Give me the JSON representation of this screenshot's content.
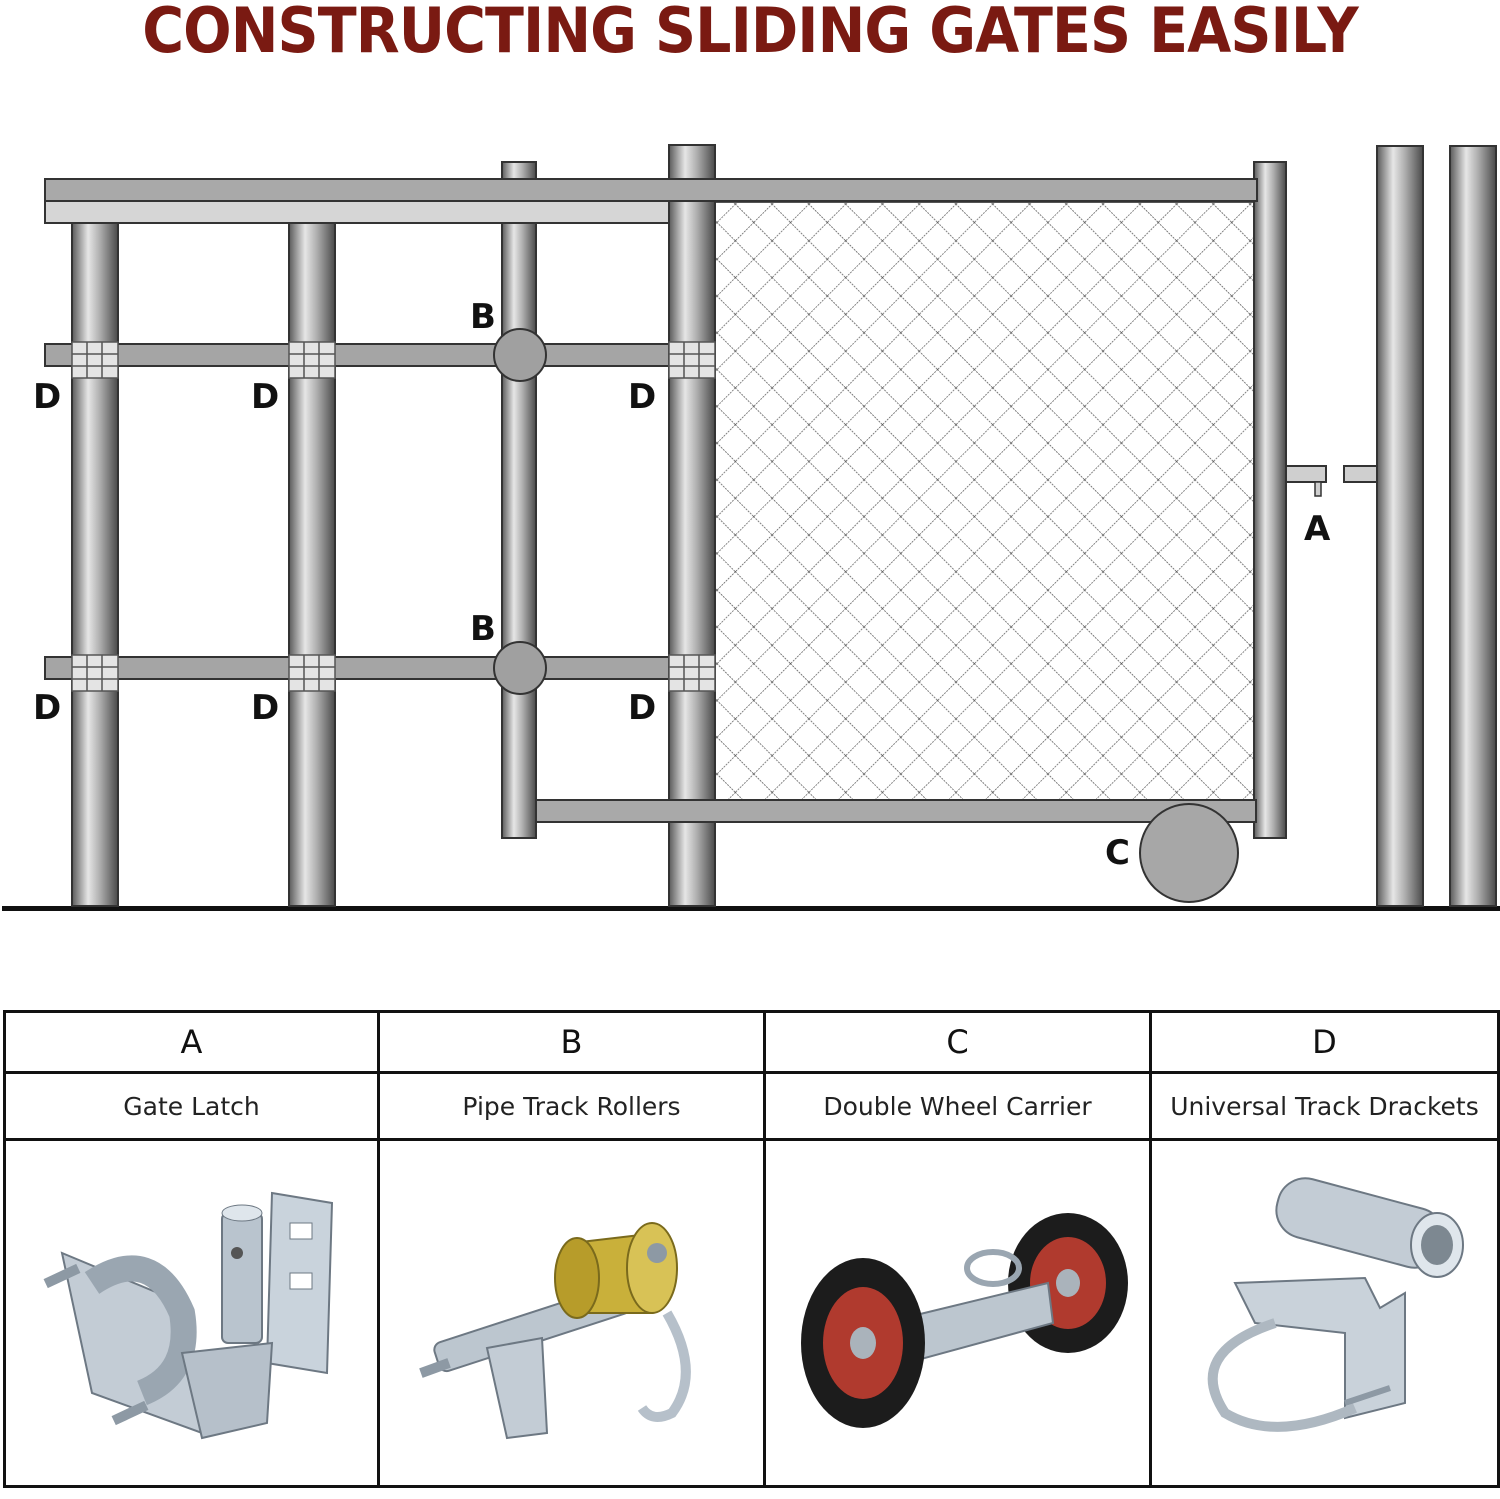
{
  "title": "CONSTRUCTING SLIDING GATES EASILY",
  "diagram_labels": {
    "a": "A",
    "b": "B",
    "c": "C",
    "d": "D"
  },
  "parts": [
    {
      "key": "A",
      "name": "Gate Latch",
      "icon": "gate-latch-icon"
    },
    {
      "key": "B",
      "name": "Pipe Track Rollers",
      "icon": "pipe-track-roller-icon"
    },
    {
      "key": "C",
      "name": "Double Wheel Carrier",
      "icon": "double-wheel-carrier-icon"
    },
    {
      "key": "D",
      "name": "Universal Track Drackets",
      "icon": "universal-track-bracket-icon"
    }
  ],
  "colors": {
    "title": "#7a1a12",
    "pipe": "#8d8d8d",
    "wheel_rim": "#b03a2e"
  }
}
